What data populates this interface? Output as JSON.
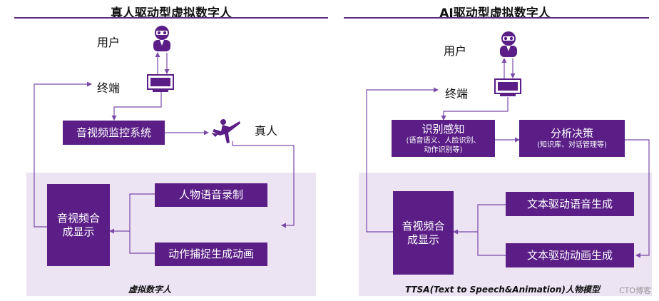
{
  "left_panel": {
    "title": "真人驱动型虚拟数字人",
    "user_label": "用户",
    "terminal_label": "终端",
    "monitor_box": "音视频监控系统",
    "real_person_label": "真人",
    "voice_record_box": "人物语音录制",
    "motion_capture_box": "动作捕捉生成动画",
    "display_box": "音视频合\n成显示",
    "caption": "虚拟数字人"
  },
  "right_panel": {
    "title": "AI驱动型虚拟数字人",
    "user_label": "用户",
    "terminal_label": "终端",
    "perception_box": {
      "title": "识别感知",
      "detail": "(语音语义、人脸识别、\n动作识别等)"
    },
    "decision_box": {
      "title": "分析决策",
      "detail": "(知识库、对话管理等)"
    },
    "tts_box": "文本驱动语音生成",
    "animation_box": "文本驱动动画生成",
    "display_box": "音视频合\n成显示",
    "caption": "TTSA(Text to Speech&Animation)人物模型"
  },
  "watermark": "CTO博客",
  "colors": {
    "accent": "#5a1e86",
    "zone": "#ece3f3",
    "line": "#7a4aa8"
  }
}
